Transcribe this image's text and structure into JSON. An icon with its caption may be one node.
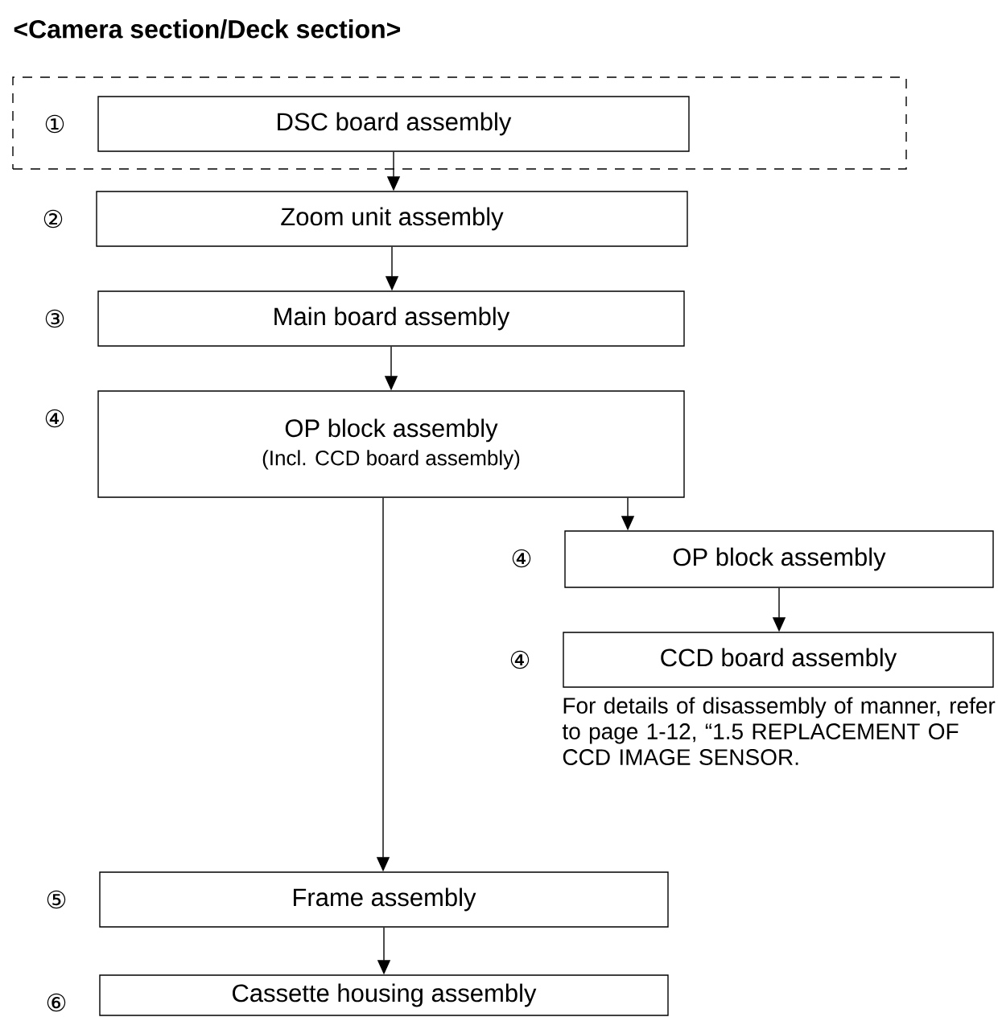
{
  "diagram": {
    "title": "<Camera section/Deck section>",
    "nodes": [
      {
        "text": [],
        "shape": "box"
      },
      {
        "text": [
          "DSC board assembly"
        ],
        "in": 0,
        "beside": [
          "①"
        ]
      },
      {
        "text": [
          "Zoom unit assembly"
        ],
        "beside": [
          "②"
        ]
      },
      {
        "text": [
          "Main board assembly"
        ],
        "beside": [
          "③"
        ]
      },
      {
        "text": [
          "OP block assembly",
          "(Incl. CCD board assembly)"
        ],
        "beside": [
          "④"
        ]
      },
      {
        "text": [
          "OP block assembly"
        ],
        "beside": [
          "④"
        ]
      },
      {
        "text": [
          "CCD board assembly"
        ],
        "beside": [
          "④",
          "For details of disassembly of manner, refer to page 1-12, “1.5 REPLACEMENT OF CCD IMAGE SENSOR."
        ]
      },
      {
        "text": [
          "Frame assembly"
        ],
        "beside": [
          "⑤"
        ]
      },
      {
        "text": [
          "Cassette housing assembly"
        ],
        "beside": [
          "⑥"
        ]
      }
    ],
    "edges": [
      {
        "from": 1,
        "to": 2,
        "arrow": "to"
      },
      {
        "from": 2,
        "to": 3,
        "arrow": "to"
      },
      {
        "from": 3,
        "to": 4,
        "arrow": "to"
      },
      {
        "from": 4,
        "to": 7,
        "arrow": "to"
      },
      {
        "from": 4,
        "to": 5,
        "arrow": "to"
      },
      {
        "from": 5,
        "to": 6,
        "arrow": "to"
      },
      {
        "from": 7,
        "to": 8,
        "arrow": "to"
      }
    ]
  }
}
